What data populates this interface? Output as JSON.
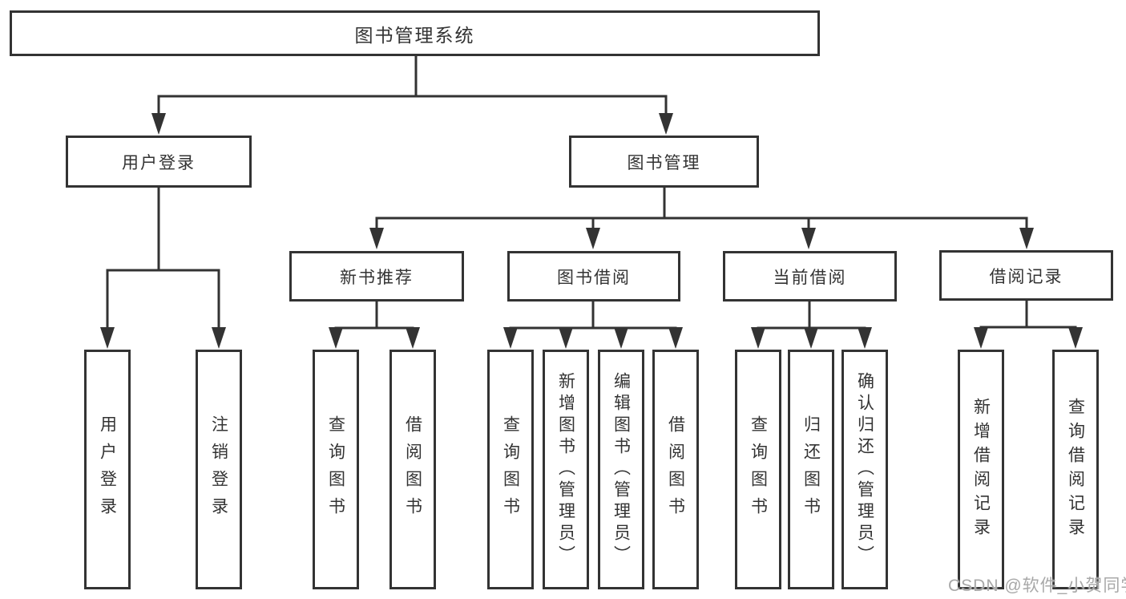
{
  "diagram": {
    "title": "图书管理系统",
    "branches": [
      {
        "label": "用户登录",
        "children": [
          {
            "label": "用户登录"
          },
          {
            "label": "注销登录"
          }
        ]
      },
      {
        "label": "图书管理",
        "children": [
          {
            "label": "新书推荐",
            "children": [
              {
                "label": "查询图书"
              },
              {
                "label": "借阅图书"
              }
            ]
          },
          {
            "label": "图书借阅",
            "children": [
              {
                "label": "查询图书"
              },
              {
                "label": "新增图书（管理员）"
              },
              {
                "label": "编辑图书（管理员）"
              },
              {
                "label": "借阅图书"
              }
            ]
          },
          {
            "label": "当前借阅",
            "children": [
              {
                "label": "查询图书"
              },
              {
                "label": "归还图书"
              },
              {
                "label": "确认归还（管理员）"
              }
            ]
          },
          {
            "label": "借阅记录",
            "children": [
              {
                "label": "新增借阅记录"
              },
              {
                "label": "查询借阅记录"
              }
            ]
          }
        ]
      }
    ]
  },
  "watermark": {
    "text": "CSDN @软件_小贺同学"
  },
  "colors": {
    "line": "#333333",
    "text": "#333333",
    "watermark": "#a8a8a8",
    "background": "#ffffff"
  }
}
